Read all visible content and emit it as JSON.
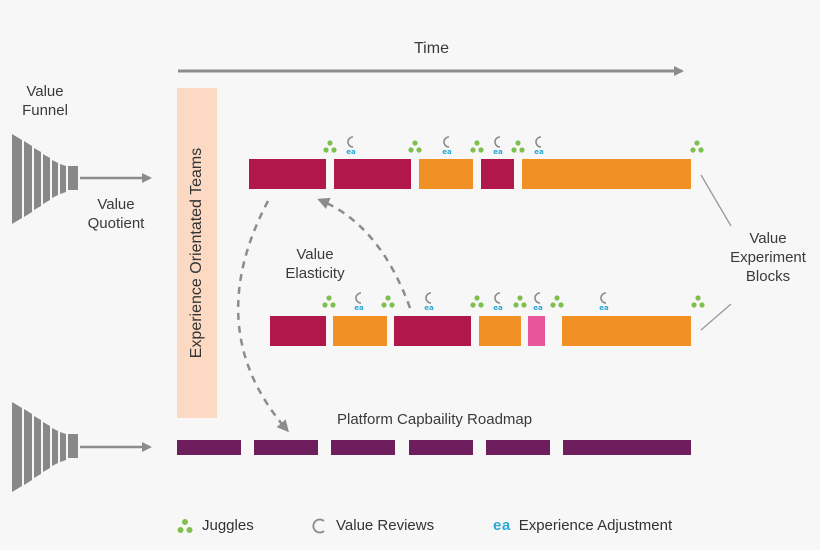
{
  "labels": {
    "time": "Time",
    "value_funnel": [
      "Value",
      "Funnel"
    ],
    "value_quotient": [
      "Value",
      "Quotient"
    ],
    "value_elasticity": [
      "Value",
      "Elasticity"
    ],
    "experience_teams": "Experience Orientated Teams",
    "value_experiment_blocks": [
      "Value",
      "Experiment",
      "Blocks"
    ],
    "platform_roadmap": "Platform Capbaility Roadmap"
  },
  "icons": {
    "juggles": "juggles-icon",
    "value_review": "value-review-icon",
    "experience_adjustment_text": "ea"
  },
  "legend": {
    "juggles": "Juggles",
    "value_reviews": "Value Reviews",
    "experience_adjustment": "Experience Adjustment"
  },
  "colors": {
    "crimson": "#b2174c",
    "orange": "#f19025",
    "pink": "#e8559a",
    "purple": "#6e1d5d",
    "peach": "#fbd9c3",
    "green": "#7fbf4d",
    "blue": "#29a8d6",
    "gray": "#8c8c8c"
  }
}
